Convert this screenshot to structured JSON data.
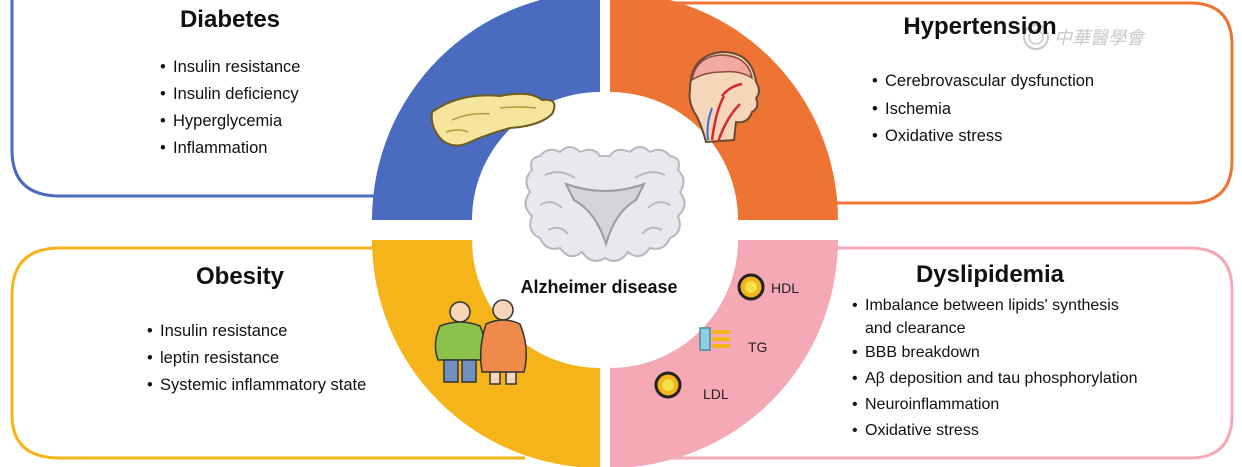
{
  "center": {
    "label": "Alzheimer disease"
  },
  "watermark": {
    "text": "中華醫學會"
  },
  "colors": {
    "diabetes": "#4a6bbf",
    "hypertension": "#ee7434",
    "obesity": "#f5b41a",
    "dyslipidemia": "#f5a9b5"
  },
  "panels": {
    "diabetes": {
      "title": "Diabetes",
      "items": [
        "Insulin resistance",
        "Insulin deficiency",
        "Hyperglycemia",
        "Inflammation"
      ],
      "icon": "pancreas-icon"
    },
    "hypertension": {
      "title": "Hypertension",
      "items": [
        "Cerebrovascular dysfunction",
        "Ischemia",
        "Oxidative stress"
      ],
      "icon": "head-vessels-icon"
    },
    "obesity": {
      "title": "Obesity",
      "items": [
        "Insulin resistance",
        "leptin resistance",
        "Systemic inflammatory state"
      ],
      "icon": "obese-people-icon"
    },
    "dyslipidemia": {
      "title": "Dyslipidemia",
      "items": [
        "Imbalance between lipids' synthesis",
        "and clearance",
        "BBB breakdown",
        "Aβ deposition and tau phosphorylation",
        "Neuroinflammation",
        "Oxidative stress"
      ],
      "lipids": [
        "HDL",
        "TG",
        "LDL"
      ]
    }
  }
}
